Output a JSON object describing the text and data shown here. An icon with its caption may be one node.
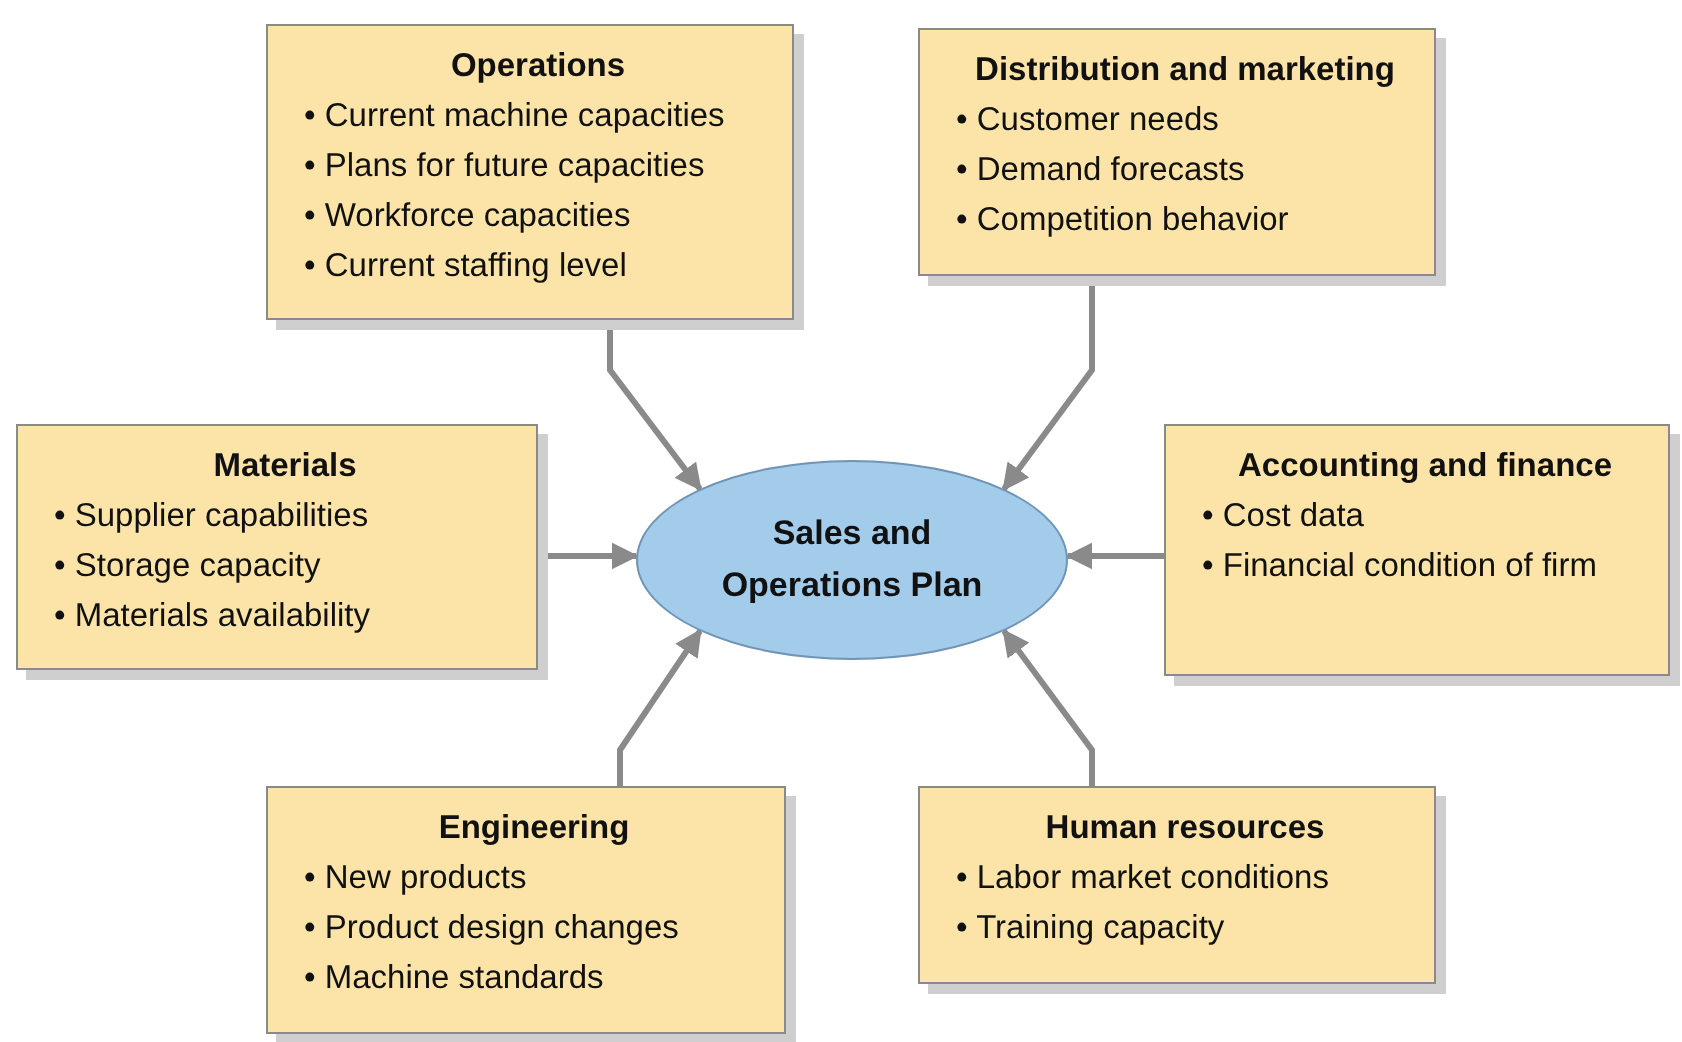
{
  "diagram": {
    "nodes": [
      {
        "text": [
          "Operations",
          "• Current machine capacities",
          "• Plans for future capacities",
          "• Workforce capacities",
          "• Current staffing level"
        ]
      },
      {
        "text": [
          "Distribution and marketing",
          "• Customer needs",
          "• Demand forecasts",
          "• Competition behavior"
        ]
      },
      {
        "text": [
          "Materials",
          "• Supplier capabilities",
          "• Storage capacity",
          "• Materials availability"
        ]
      },
      {
        "text": [
          "Sales and Operations Plan"
        ]
      },
      {
        "text": [
          "Accounting and finance",
          "• Cost data",
          "• Financial condition of firm"
        ]
      },
      {
        "text": [
          "Engineering",
          "• New products",
          "• Product design changes",
          "• Machine standards"
        ]
      },
      {
        "text": [
          "Human resources",
          "• Labor market conditions",
          "• Training capacity"
        ]
      }
    ],
    "edges": [
      {
        "from": 0,
        "to": 3,
        "arrow": "to"
      },
      {
        "from": 1,
        "to": 3,
        "arrow": "to"
      },
      {
        "from": 2,
        "to": 3,
        "arrow": "to"
      },
      {
        "from": 4,
        "to": 3,
        "arrow": "to"
      },
      {
        "from": 5,
        "to": 3,
        "arrow": "to"
      },
      {
        "from": 6,
        "to": 3,
        "arrow": "to"
      }
    ]
  }
}
